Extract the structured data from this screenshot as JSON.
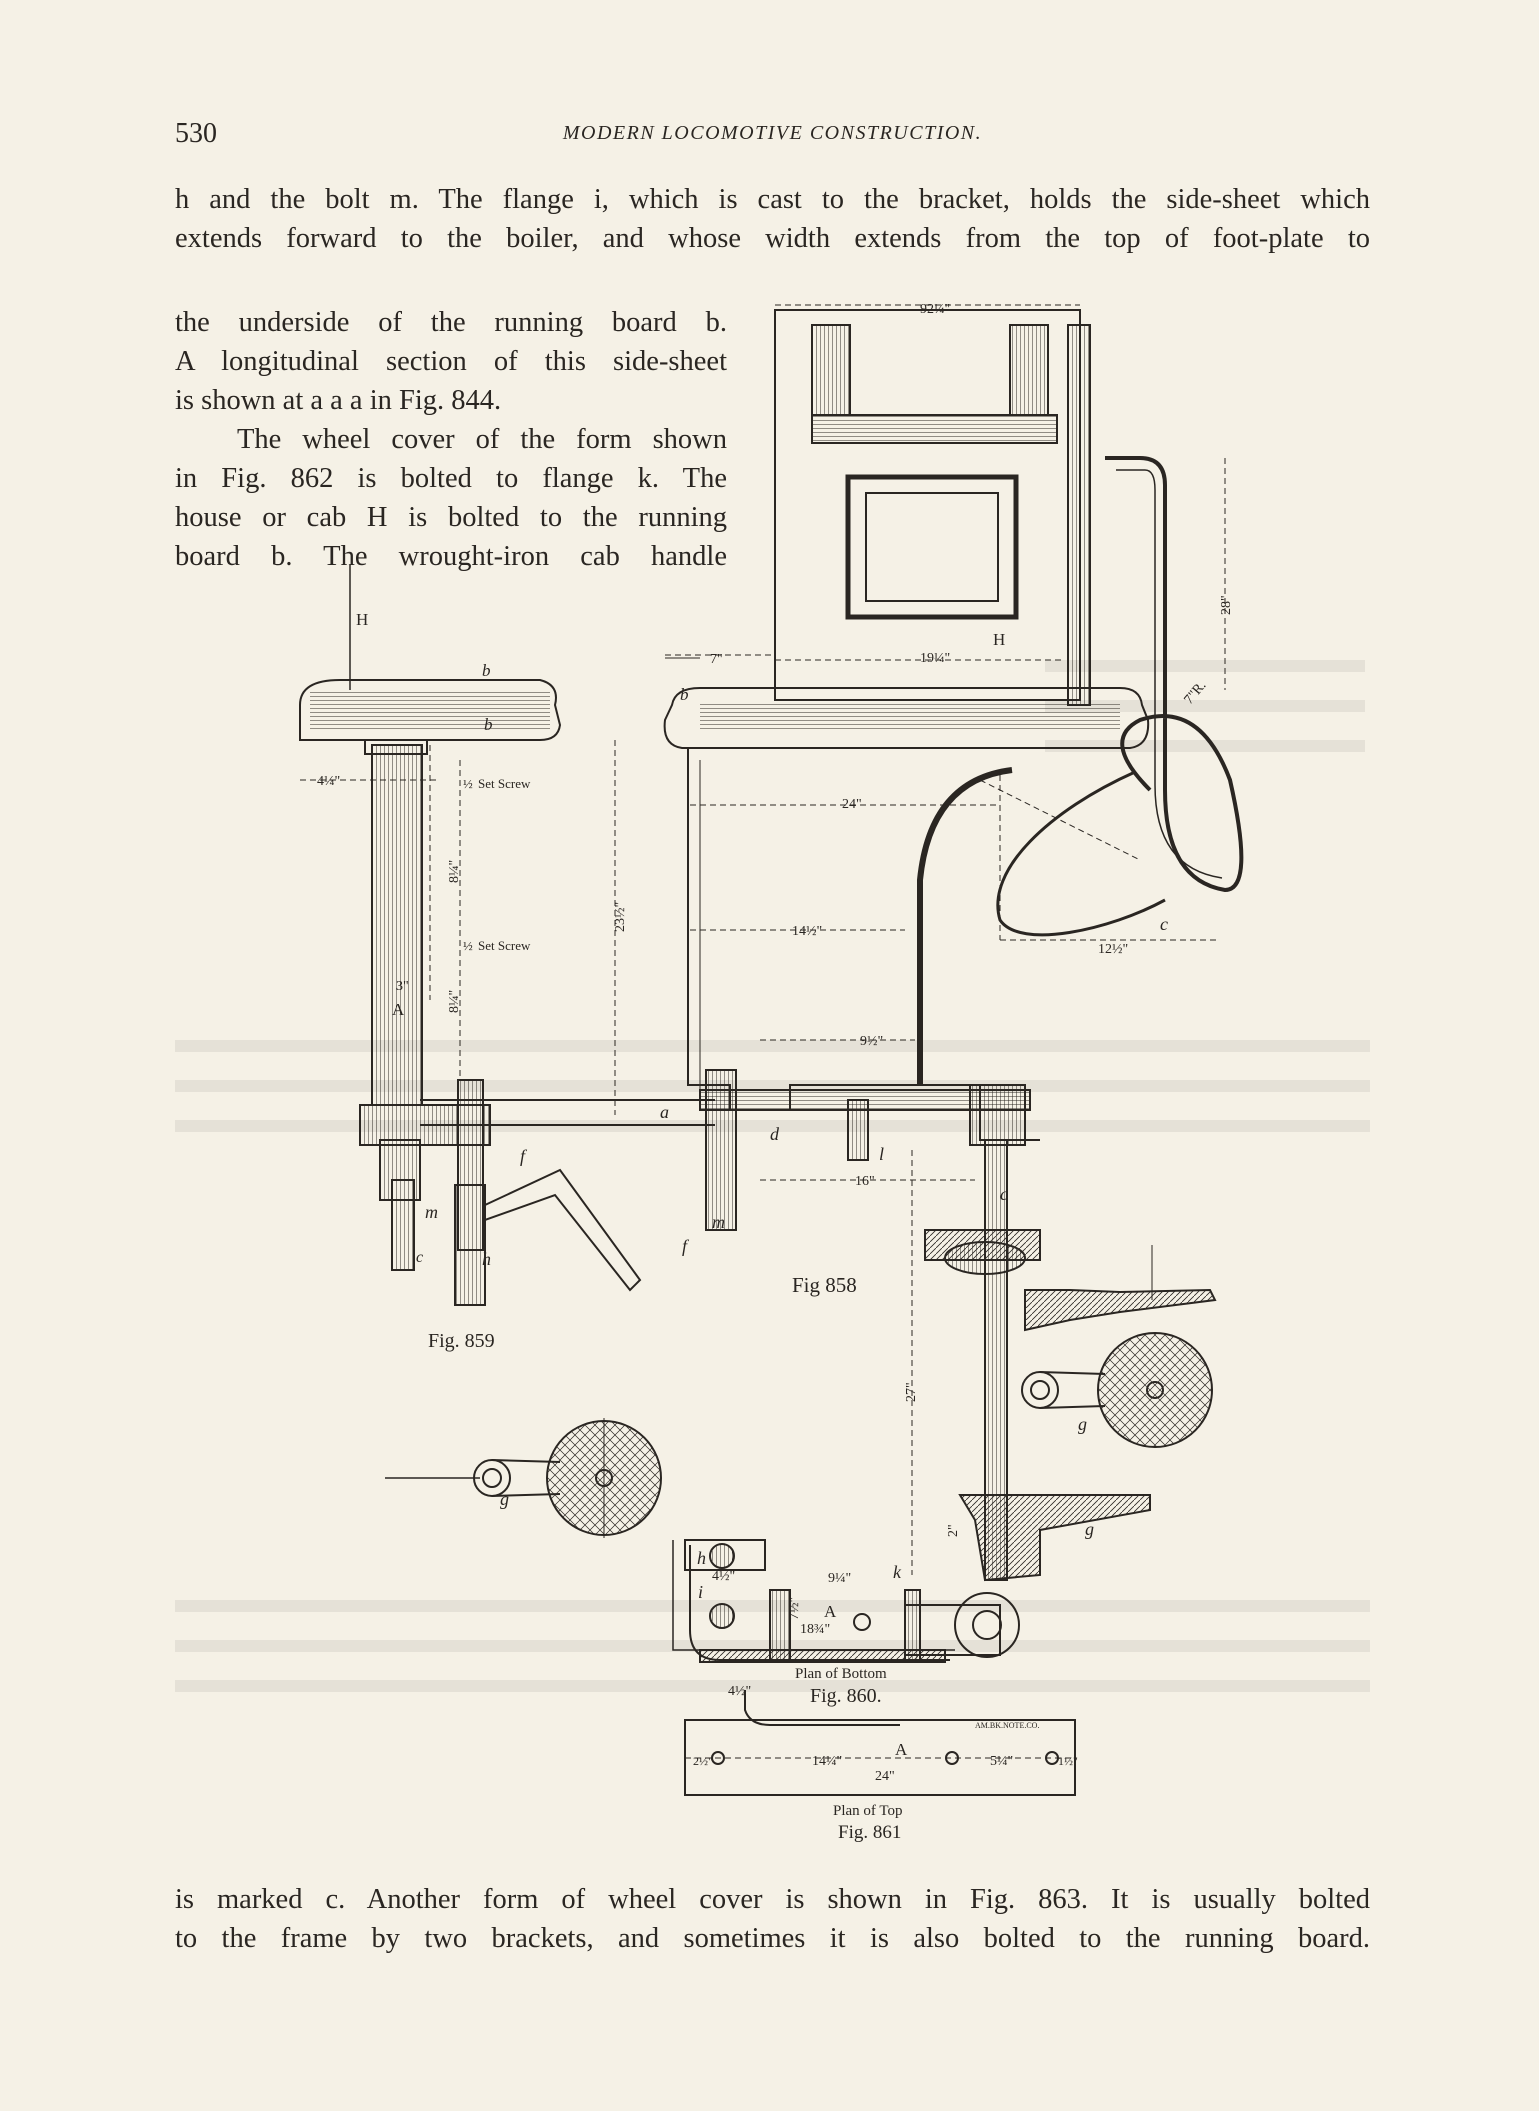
{
  "header": {
    "page_number": "530",
    "running_title": "MODERN LOCOMOTIVE CONSTRUCTION."
  },
  "text": {
    "top_lines": [
      "h and the bolt m.  The flange i, which is cast to the bracket, holds the side-sheet which",
      "extends forward to the boiler, and whose width extends from the top of foot-plate to"
    ],
    "left_lines": [
      "the underside of the running board b.",
      "A longitudinal section of this side-sheet",
      "is shown at a a a in Fig. 844.",
      "The wheel cover of the form shown",
      "in Fig. 862 is bolted to flange k.  The",
      "house or cab H is bolted to the running",
      "board b.  The wrought-iron cab handle"
    ],
    "bottom_lines": [
      "is marked c.  Another form of wheel cover is shown in Fig. 863.  It is usually bolted",
      "to the frame by two brackets, and sometimes it is also bolted to the running board."
    ]
  },
  "figures": {
    "fig858": "Fig 858",
    "fig859": "Fig. 859",
    "fig860_caption": "Plan of Bottom",
    "fig860": "Fig. 860.",
    "fig861_caption": "Plan of Top",
    "fig861": "Fig. 861",
    "engraver_mark": "AM.BK.NOTE.CO."
  },
  "labels": {
    "H": "H",
    "b": "b",
    "A": "A",
    "a": "a",
    "c": "c",
    "d": "d",
    "f": "f",
    "g": "g",
    "h": "h",
    "i": "i",
    "k": "k",
    "l": "l",
    "m": "m",
    "set_screw": "Set Screw",
    "set_screw_frac": "½"
  },
  "dimensions": {
    "d_92": "92¼\"",
    "d_7": "7\"",
    "d_19": "19¼\"",
    "d_28": "28\"",
    "d_7R": "7\"R.",
    "d_24": "24\"",
    "d_14": "14½\"",
    "d_9_half": "9½\"",
    "d_16": "16\"",
    "d_12": "12½\"",
    "d_4": "4¼\"",
    "d_3": "3\"",
    "d_8": "8¼\"",
    "d_23": "23½\"",
    "d_27": "27\"",
    "d_9_quarter": "9¼\"",
    "d_7_half": "7½\"",
    "d_18": "18¾\"",
    "d_4b": "4½\"",
    "d_2": "2\"",
    "d_14b": "14¼\"",
    "d_5": "5¼\"",
    "d_24b": "24\"",
    "d_1": "1½\"",
    "d_2b": "2½\""
  }
}
